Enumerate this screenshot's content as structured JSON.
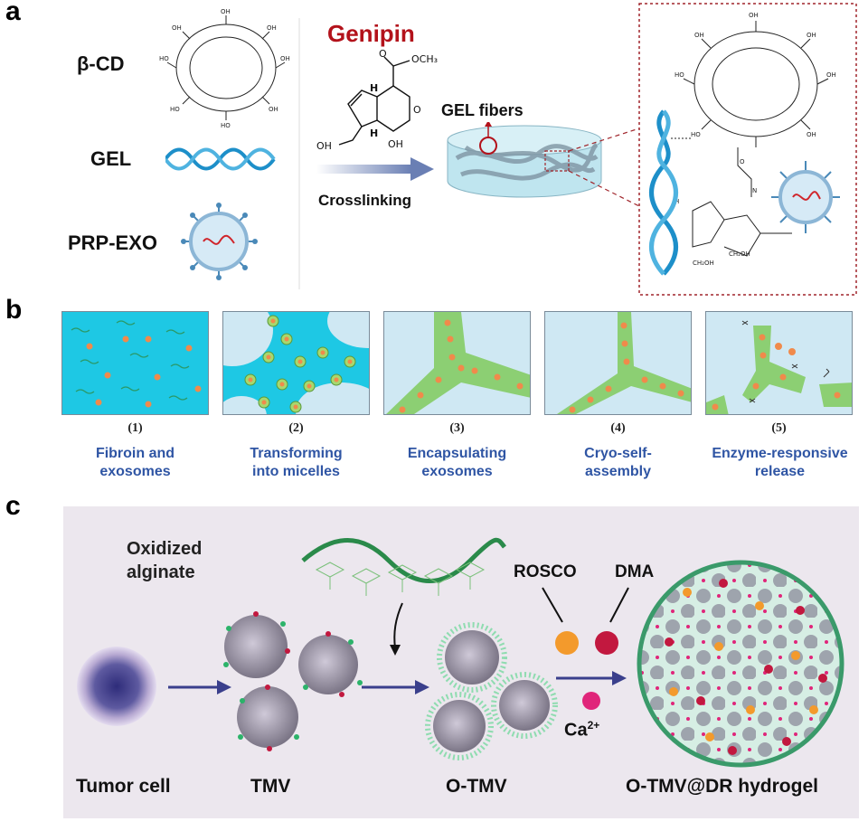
{
  "panel_a": {
    "letter": "a",
    "components": {
      "bcd": "β-CD",
      "gel": "GEL",
      "prp_exo": "PRP-EXO"
    },
    "crosslinker": "Genipin",
    "process": "Crosslinking",
    "fibers": "GEL fibers",
    "chem_labels": {
      "methyl": "OCH₃",
      "h_top": "H",
      "h_bottom": "H",
      "oh_left": "OH",
      "oh_right": "OH"
    },
    "colors": {
      "genipin": "#b3121b",
      "helix": "#1d8fc9",
      "dashed_box": "#a0252b"
    }
  },
  "panel_b": {
    "letter": "b",
    "steps": [
      {
        "num": "(1)",
        "caption_1": "Fibroin and",
        "caption_2": "exosomes"
      },
      {
        "num": "(2)",
        "caption_1": "Transforming",
        "caption_2": "into micelles"
      },
      {
        "num": "(3)",
        "caption_1": "Encapsulating",
        "caption_2": "exosomes"
      },
      {
        "num": "(4)",
        "caption_1": "Cryo-self-",
        "caption_2": "assembly"
      },
      {
        "num": "(5)",
        "caption_1": "Enzyme-responsive",
        "caption_2": "release"
      }
    ],
    "colors": {
      "water": "#1ec8e4",
      "pale": "#cfe8f3",
      "matrix": "#8ccf73",
      "exosome": "#f08a4b",
      "caption": "#2f55a4"
    }
  },
  "panel_c": {
    "letter": "c",
    "oxidized_1": "Oxidized",
    "oxidized_2": "alginate",
    "rosco": "ROSCO",
    "dma": "DMA",
    "ca": "Ca",
    "ca_sup": "2+",
    "labels": {
      "tumor": "Tumor cell",
      "tmv": "TMV",
      "otmv": "O-TMV",
      "hydrogel": "O-TMV@DR hydrogel"
    },
    "colors": {
      "background": "#ece7ee",
      "arrow": "#3a3f8c",
      "rosco": "#f39a2c",
      "dma": "#c2183f",
      "ca": "#e0257a",
      "hydrogel_border": "#3a9a6a"
    }
  }
}
